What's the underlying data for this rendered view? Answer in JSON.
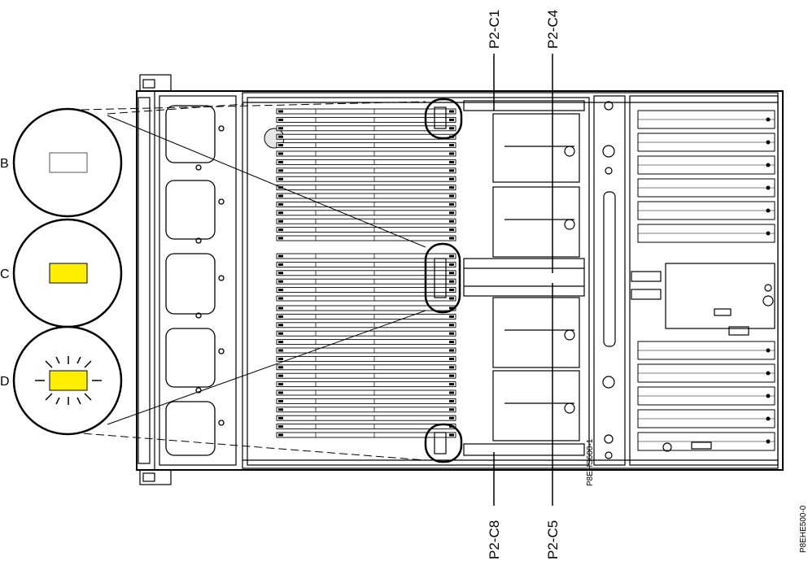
{
  "callouts": {
    "top_left": "P2-C1",
    "top_right": "P2-C4",
    "bottom_left": "P2-C8",
    "bottom_right": "P2-C5"
  },
  "led_states": [
    {
      "letter": "B",
      "state": "off",
      "fill": "#ffffff"
    },
    {
      "letter": "C",
      "state": "on",
      "fill": "#ffee00"
    },
    {
      "letter": "D",
      "state": "flashing",
      "fill": "#ffee00"
    }
  ],
  "figure_ids": {
    "inner": "P8EHS600-1",
    "outer": "P8EHE500-0"
  },
  "colors": {
    "led_yellow": "#ffee00",
    "line": "#000000"
  }
}
